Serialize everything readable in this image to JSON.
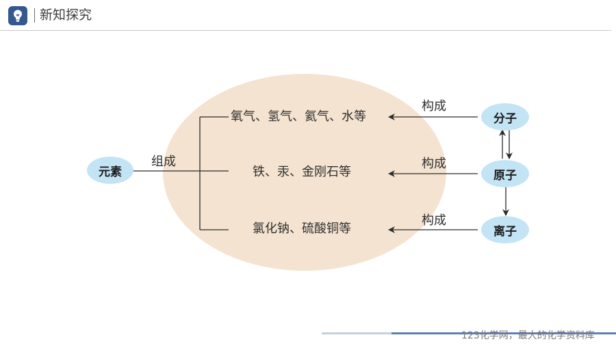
{
  "header": {
    "title": "新知探究",
    "icon": "lightbulb-icon",
    "accent_color": "#34588f"
  },
  "diagram": {
    "root": "元素",
    "root_edge_label": "组成",
    "substances": [
      "氧气、氢气、氦气、水等",
      "铁、汞、金刚石等",
      "氯化钠、硫酸铜等"
    ],
    "constitute_label": "构成",
    "particles": [
      "分子",
      "原子",
      "离子"
    ],
    "ellipse_color": "#f4e3d0",
    "bubble_color": "#c3e4f5"
  },
  "footer": {
    "watermark": "123化学网，最大的化学资料库"
  }
}
